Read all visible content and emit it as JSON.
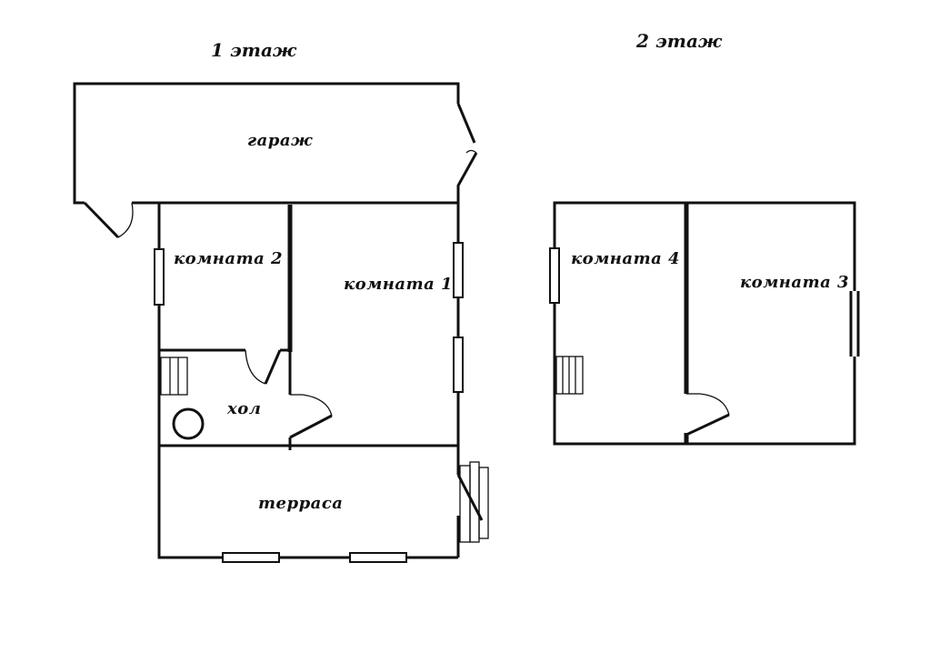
{
  "floors": [
    {
      "title": "1 этаж",
      "rooms": [
        "гараж",
        "комната 2",
        "комната 1",
        "хол",
        "терраса"
      ]
    },
    {
      "title": "2 этаж",
      "rooms": [
        "комната 4",
        "комната 3"
      ]
    }
  ]
}
